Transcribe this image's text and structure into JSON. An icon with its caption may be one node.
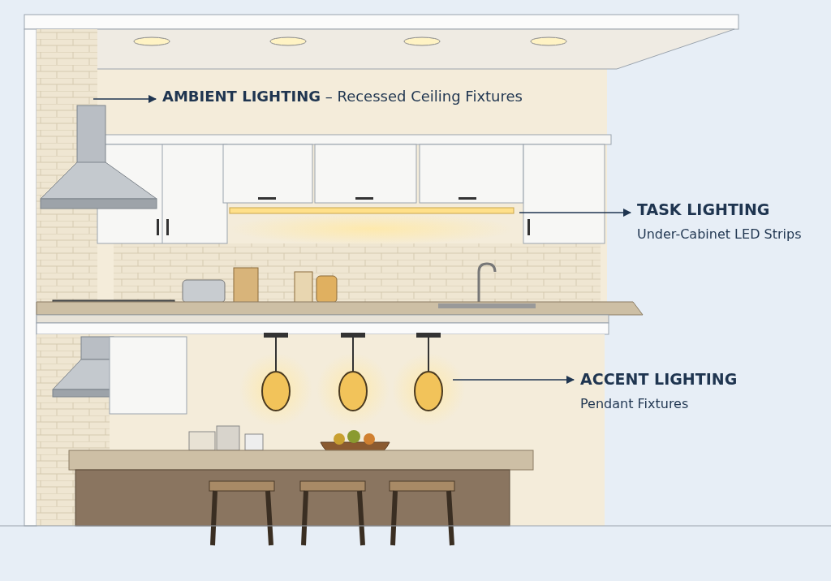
{
  "diagram": {
    "nodes": [
      {
        "text": [
          "**AMBIENT LIGHTING** – Recessed Ceiling Fixtures"
        ]
      },
      {
        "text": [
          "TASK LIGHTING",
          "Under-Cabinet LED Strips"
        ]
      },
      {
        "text": [
          "ACCENT LIGHTING",
          "Pendant Fixtures"
        ]
      }
    ],
    "edges": [
      {
        "from": null,
        "to": 0,
        "arrow": "to"
      },
      {
        "from": null,
        "to": 1,
        "arrow": "to"
      },
      {
        "from": null,
        "to": 2,
        "arrow": "to"
      }
    ]
  }
}
